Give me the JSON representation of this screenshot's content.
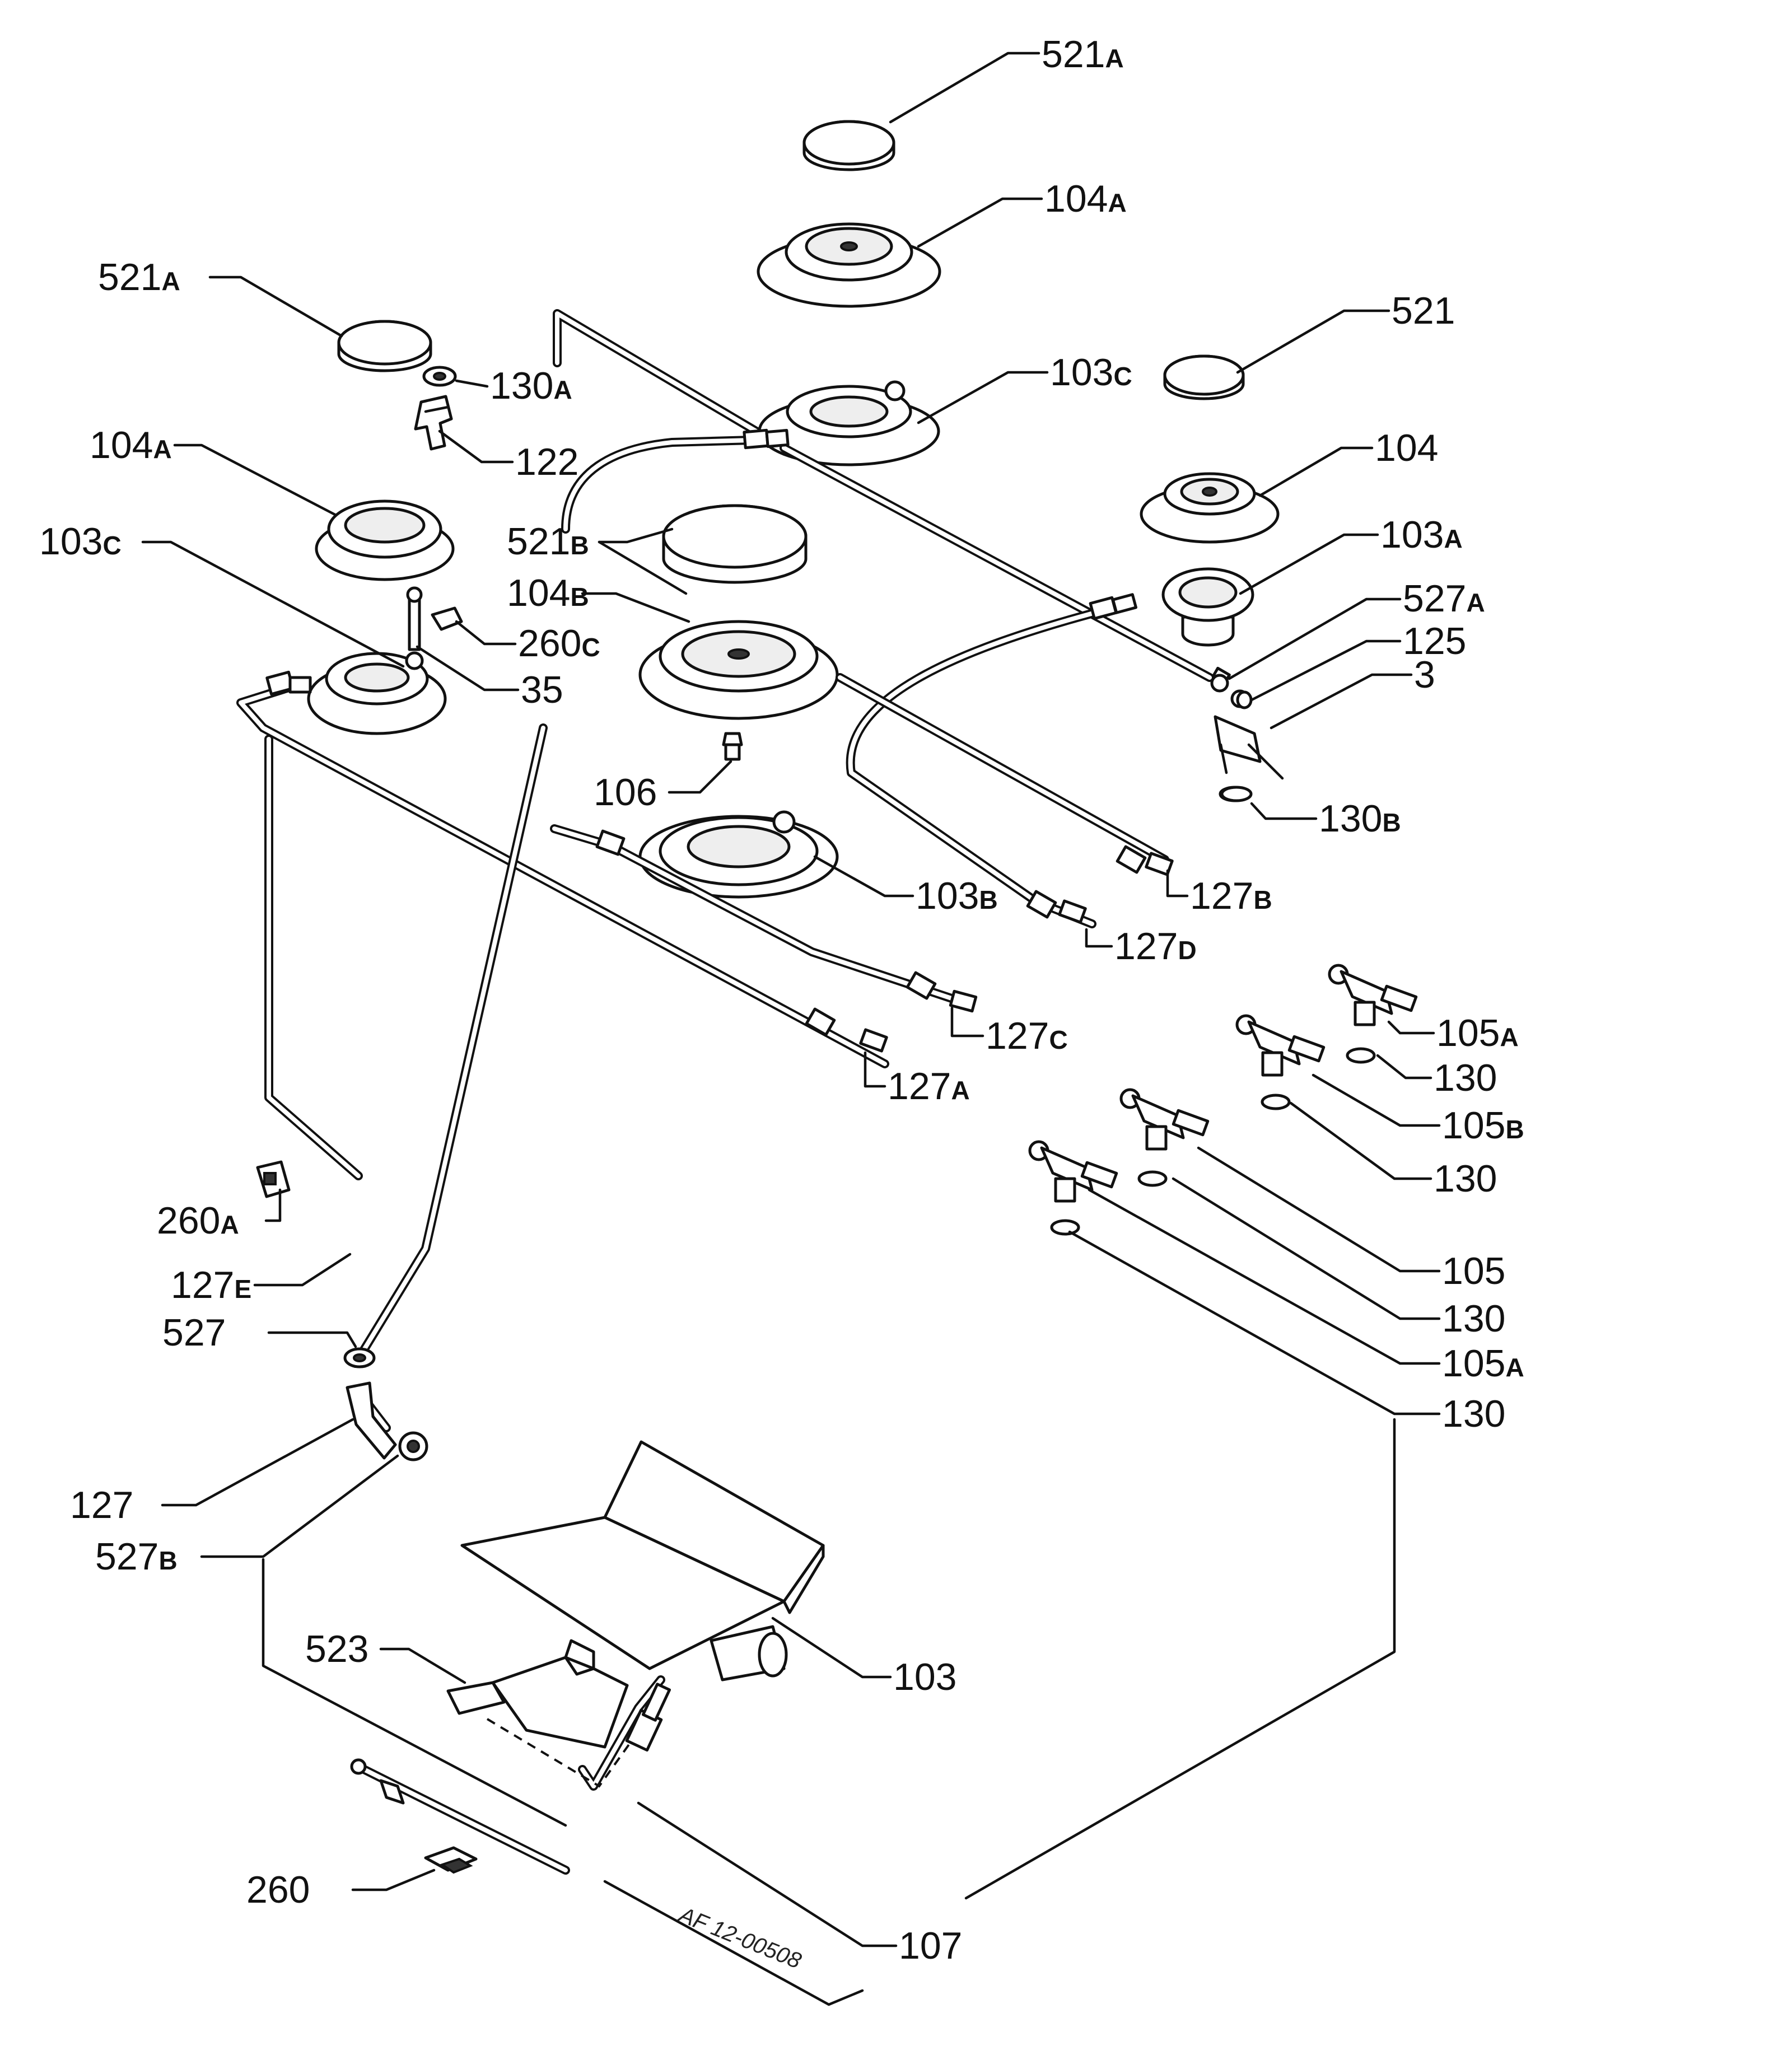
{
  "labels": [
    {
      "id": "521a-top",
      "base": "521",
      "sub": "A"
    },
    {
      "id": "104a-top",
      "base": "104",
      "sub": "A"
    },
    {
      "id": "521a-left",
      "base": "521",
      "sub": "A"
    },
    {
      "id": "521-right",
      "base": "521",
      "sub": ""
    },
    {
      "id": "130a",
      "base": "130",
      "sub": "A"
    },
    {
      "id": "103c-top",
      "base": "103",
      "sub": "C"
    },
    {
      "id": "122",
      "base": "122",
      "sub": ""
    },
    {
      "id": "104a-left",
      "base": "104",
      "sub": "A"
    },
    {
      "id": "104-right",
      "base": "104",
      "sub": ""
    },
    {
      "id": "521b",
      "base": "521",
      "sub": "B"
    },
    {
      "id": "103c-left",
      "base": "103",
      "sub": "C"
    },
    {
      "id": "103a",
      "base": "103",
      "sub": "A"
    },
    {
      "id": "104b",
      "base": "104",
      "sub": "B"
    },
    {
      "id": "527a",
      "base": "527",
      "sub": "A"
    },
    {
      "id": "260c",
      "base": "260",
      "sub": "C"
    },
    {
      "id": "125",
      "base": "125",
      "sub": ""
    },
    {
      "id": "35",
      "base": "35",
      "sub": ""
    },
    {
      "id": "3",
      "base": "3",
      "sub": ""
    },
    {
      "id": "106",
      "base": "106",
      "sub": ""
    },
    {
      "id": "130b",
      "base": "130",
      "sub": "B"
    },
    {
      "id": "103b",
      "base": "103",
      "sub": "B"
    },
    {
      "id": "127b",
      "base": "127",
      "sub": "B"
    },
    {
      "id": "127d",
      "base": "127",
      "sub": "D"
    },
    {
      "id": "127c",
      "base": "127",
      "sub": "C"
    },
    {
      "id": "105a-top",
      "base": "105",
      "sub": "A"
    },
    {
      "id": "130-1",
      "base": "130",
      "sub": ""
    },
    {
      "id": "127a",
      "base": "127",
      "sub": "A"
    },
    {
      "id": "105b",
      "base": "105",
      "sub": "B"
    },
    {
      "id": "130-2",
      "base": "130",
      "sub": ""
    },
    {
      "id": "260a",
      "base": "260",
      "sub": "A"
    },
    {
      "id": "105",
      "base": "105",
      "sub": ""
    },
    {
      "id": "127e",
      "base": "127",
      "sub": "E"
    },
    {
      "id": "130-3",
      "base": "130",
      "sub": ""
    },
    {
      "id": "527",
      "base": "527",
      "sub": ""
    },
    {
      "id": "105a-bottom",
      "base": "105",
      "sub": "A"
    },
    {
      "id": "130-4",
      "base": "130",
      "sub": ""
    },
    {
      "id": "127",
      "base": "127",
      "sub": ""
    },
    {
      "id": "527b",
      "base": "527",
      "sub": "B"
    },
    {
      "id": "523",
      "base": "523",
      "sub": ""
    },
    {
      "id": "103",
      "base": "103",
      "sub": ""
    },
    {
      "id": "260",
      "base": "260",
      "sub": ""
    },
    {
      "id": "107",
      "base": "107",
      "sub": ""
    }
  ],
  "drawing_code": "AF 12-00508"
}
